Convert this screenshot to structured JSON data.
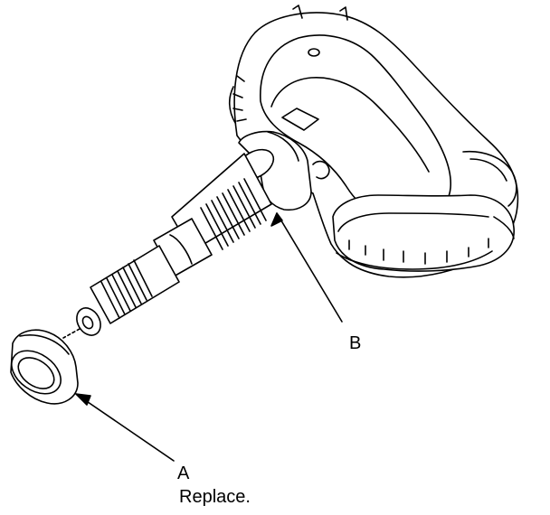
{
  "callouts": {
    "a": {
      "letter": "A",
      "note": "Replace."
    },
    "b": {
      "letter": "B"
    }
  },
  "colors": {
    "ink": "#000000",
    "paper": "#ffffff"
  },
  "parts": [
    "valve-cap",
    "valve-stem",
    "grommet",
    "tire-pressure-sensor"
  ]
}
